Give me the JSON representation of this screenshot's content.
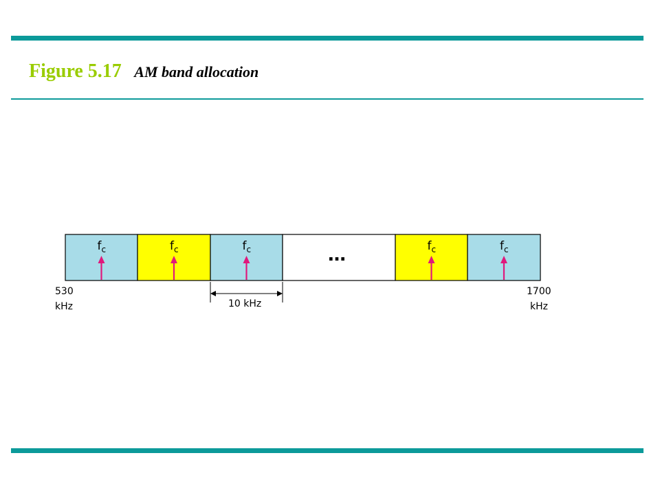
{
  "title": {
    "figure_number": "Figure 5.17",
    "caption": "AM band allocation"
  },
  "diagram": {
    "channel_label": "f",
    "channel_label_subscript": "c",
    "ellipsis": "…",
    "start_value": "530",
    "start_unit": "kHz",
    "end_value": "1700",
    "end_unit": "kHz",
    "spacing_label": "10 kHz",
    "colors": {
      "band_blue": "#a8dce8",
      "band_yellow": "#ffff00",
      "band_blank": "#ffffff",
      "carrier_arrow": "#e0187c",
      "rule": "#0c9a9a",
      "title_accent": "#99cc00"
    },
    "bands": [
      {
        "color": "blue",
        "has_carrier": true
      },
      {
        "color": "yellow",
        "has_carrier": true
      },
      {
        "color": "blue",
        "has_carrier": true
      },
      {
        "color": "blank",
        "has_carrier": false
      },
      {
        "color": "yellow",
        "has_carrier": true
      },
      {
        "color": "blue",
        "has_carrier": true
      }
    ]
  }
}
